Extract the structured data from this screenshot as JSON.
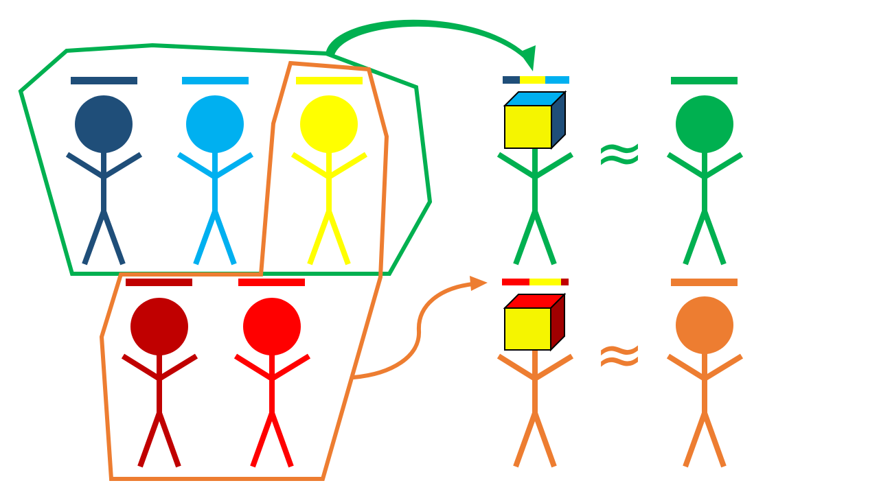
{
  "colors": {
    "group_green": "#00B050",
    "group_orange": "#ED7D31",
    "navy": "#1F4E79",
    "sky": "#00B0F0",
    "yellow": "#FFFF00",
    "cube_yellow": "#F5F500",
    "dark_red": "#C00000",
    "red": "#FF0000",
    "cube_dark_red": "#A00000",
    "outline": "#000000"
  },
  "symbols": {
    "approx": "≈"
  },
  "icons": {
    "person": "stick-figure-icon",
    "cube": "cube-icon",
    "arrow": "curved-arrow-icon"
  },
  "groups": {
    "green_group": [
      "navy",
      "sky",
      "yellow"
    ],
    "orange_group": [
      "yellow",
      "dark_red",
      "red"
    ]
  },
  "composites": [
    {
      "name": "green-composite",
      "bar_colors": [
        "navy",
        "yellow",
        "sky"
      ],
      "cube_front": "cube_yellow",
      "cube_top": "sky",
      "cube_side": "navy",
      "body_color": "group_green",
      "equivalent": "group_green"
    },
    {
      "name": "orange-composite",
      "bar_colors": [
        "red",
        "yellow",
        "dark_red"
      ],
      "cube_front": "cube_yellow",
      "cube_top": "red",
      "cube_side": "cube_dark_red",
      "body_color": "group_orange",
      "equivalent": "group_orange"
    }
  ]
}
